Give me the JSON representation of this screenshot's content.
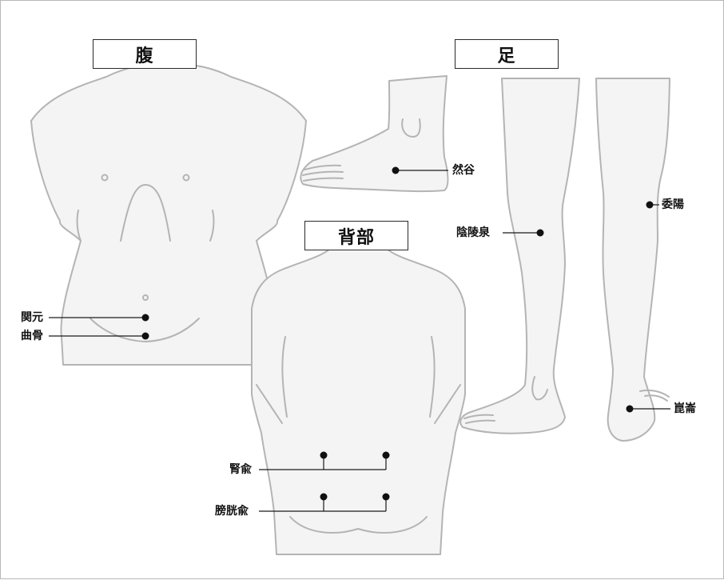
{
  "sections": {
    "abdomen": "腹",
    "foot": "足",
    "back": "背部"
  },
  "points": {
    "kangen": "関元",
    "kyokotsu": "曲骨",
    "nenkoku": "然谷",
    "inryosen": "陰陵泉",
    "iyo": "委陽",
    "konron": "崑崙",
    "jinyu": "腎兪",
    "bokoyu": "膀胱兪"
  },
  "colors": {
    "body_fill": "#f4f4f4",
    "body_outline": "#b4b4b4",
    "marker": "#111111"
  }
}
